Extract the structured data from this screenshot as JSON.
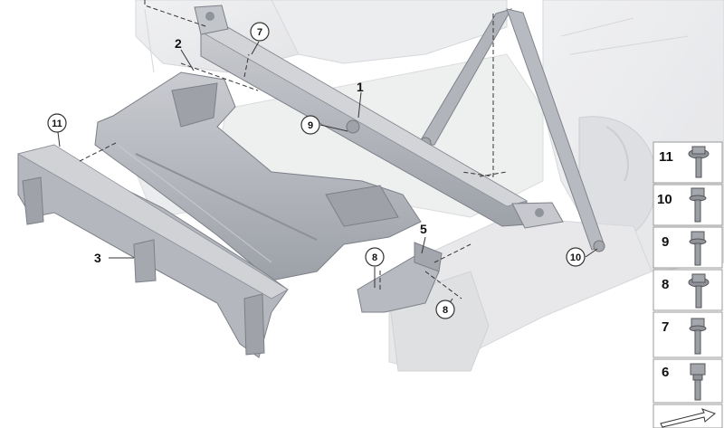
{
  "callouts": {
    "c1": "1",
    "c2": "2",
    "c3": "3",
    "c5": "5",
    "c7": "7",
    "c8a": "8",
    "c8b": "8",
    "c9": "9",
    "c10": "10",
    "c11": "11"
  },
  "legend": [
    {
      "number": "11",
      "icon": "flange-bolt-icon"
    },
    {
      "number": "10",
      "icon": "hex-bolt-icon"
    },
    {
      "number": "9",
      "icon": "hex-bolt-icon"
    },
    {
      "number": "8",
      "icon": "flange-bolt-icon"
    },
    {
      "number": "7",
      "icon": "hex-bolt-icon"
    },
    {
      "number": "6",
      "icon": "collar-bolt-icon"
    }
  ],
  "colors": {
    "part_fill": "#b9bcc2",
    "part_dark": "#8f939a",
    "part_light": "#d6d8dc",
    "background_car": "#e6e7e9",
    "background_line": "#c4c6ca",
    "legend_border": "#999999"
  }
}
